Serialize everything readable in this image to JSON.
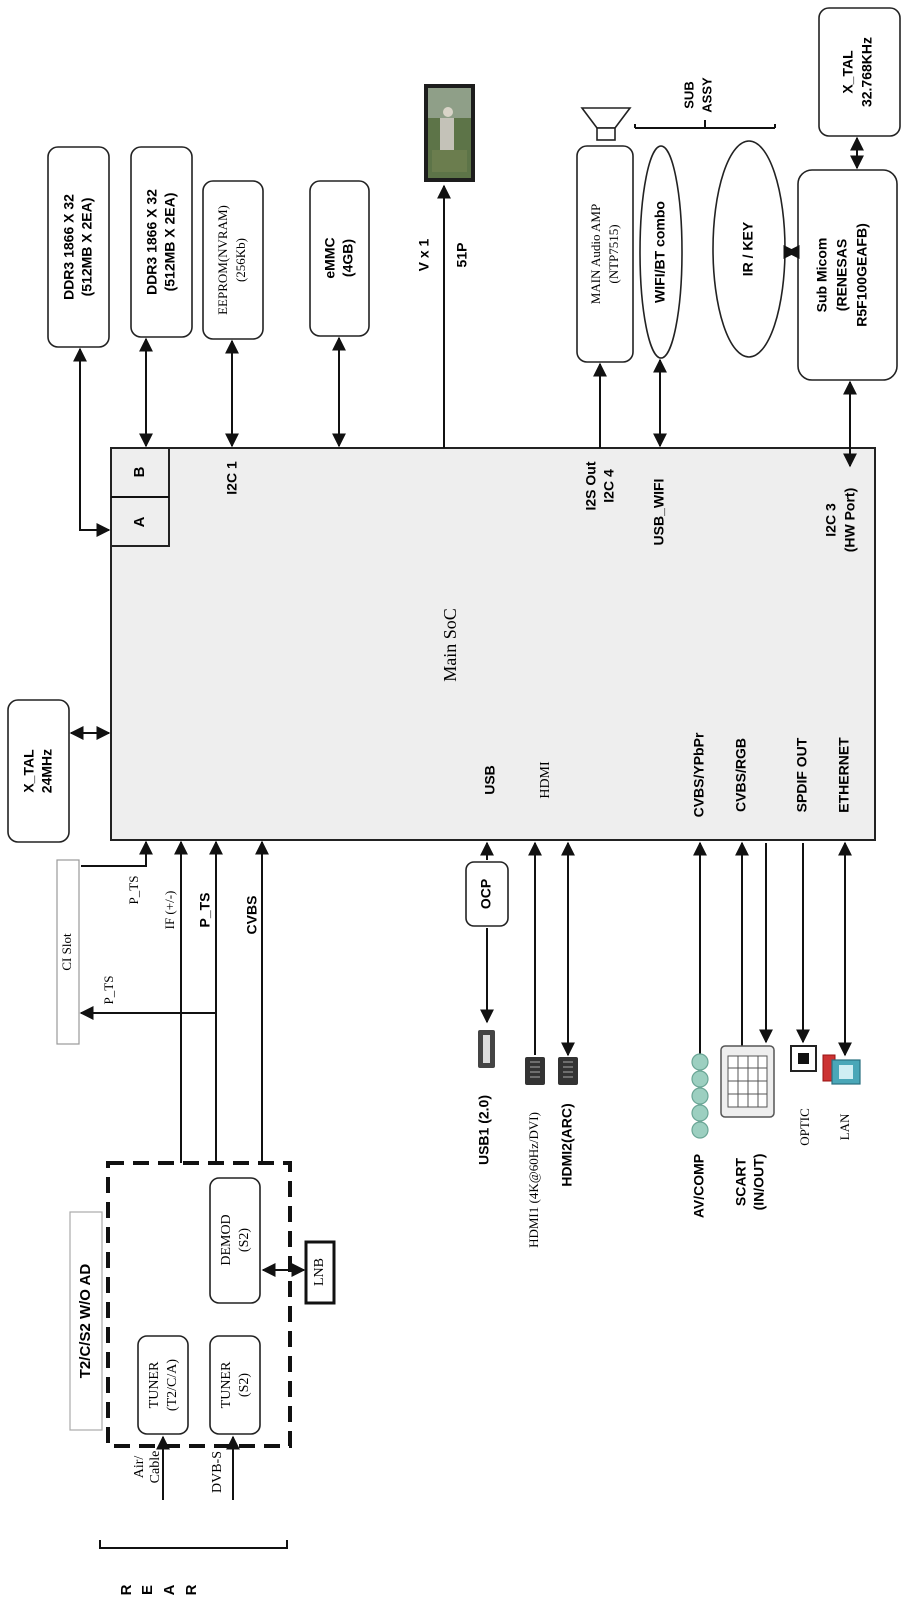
{
  "soc": {
    "label": "Main SoC",
    "port_a": "A",
    "port_b": "B",
    "i2c1": "I2C 1",
    "i2s_out": "I2S Out",
    "i2c4": "I2C 4",
    "usb_wifi": "USB_WIFI",
    "i2c3": "I2C 3",
    "hw_port": "(HW Port)",
    "usb": "USB",
    "hdmi": "HDMI",
    "cvbs_ypbpr": "CVBS/YPbPr",
    "cvbs_rgb": "CVBS/RGB",
    "spdif_out": "SPDIF OUT",
    "ethernet": "ETHERNET"
  },
  "top": {
    "ddr3_a_line1": "DDR3  1866 X 32",
    "ddr3_a_line2": "(512MB X 2EA)",
    "ddr3_b_line1": "DDR3  1866 X 32",
    "ddr3_b_line2": "(512MB X 2EA)",
    "eeprom_line1": "EEPROM(NVRAM)",
    "eeprom_line2": "(256Kb)",
    "emmc_line1": "eMMC",
    "emmc_line2": "(4GB)",
    "vx1": "V x 1",
    "p51": "51P",
    "amp_line1": "MAIN Audio AMP",
    "amp_line2": "(NTP7515)",
    "wifi_bt": "WIFI/BT combo",
    "ir_key": "IR / KEY",
    "sub_assy_line1": "SUB",
    "sub_assy_line2": "ASSY",
    "micom_line1": "Sub Micom",
    "micom_line2": "(RENESAS",
    "micom_line3": "R5F100GEAFB)",
    "xtal_line1": "X_TAL",
    "xtal_line2": "32.768KHz"
  },
  "left": {
    "xtal_line1": "X_TAL",
    "xtal_line2": "24MHz",
    "ci_slot": "CI Slot",
    "p_ts_upper": "P_TS",
    "p_ts_lower": "P_TS",
    "if": "IF (+/-)",
    "p_ts_bold": "P_TS",
    "cvbs": "CVBS"
  },
  "tuner": {
    "title": "T2/C/S2 W/O AD",
    "tuner1_line1": "TUNER",
    "tuner1_line2": "(T2/C/A)",
    "tuner2_line1": "TUNER",
    "tuner2_line2": "(S2)",
    "demod_line1": "DEMOD",
    "demod_line2": "(S2)",
    "lnb": "LNB",
    "air_line1": "Air/",
    "air_line2": "Cable",
    "dvbs": "DVB-S",
    "rear": [
      "R",
      "E",
      "A",
      "R"
    ]
  },
  "bottom": {
    "ocp": "OCP",
    "usb1": "USB1 (2.0)",
    "hdmi1": "HDMI1 (4K@60Hz/DVI)",
    "hdmi2": "HDMI2(ARC)",
    "av_comp": "AV/COMP",
    "scart_line1": "SCART",
    "scart_line2": "(IN/OUT)",
    "optic": "OPTIC",
    "lan": "LAN"
  },
  "colors": {
    "soc_fill": "#eeeeee",
    "line": "#111111",
    "av_jack": "#9ccfc0",
    "lan_jack": "#4aa7b8"
  }
}
